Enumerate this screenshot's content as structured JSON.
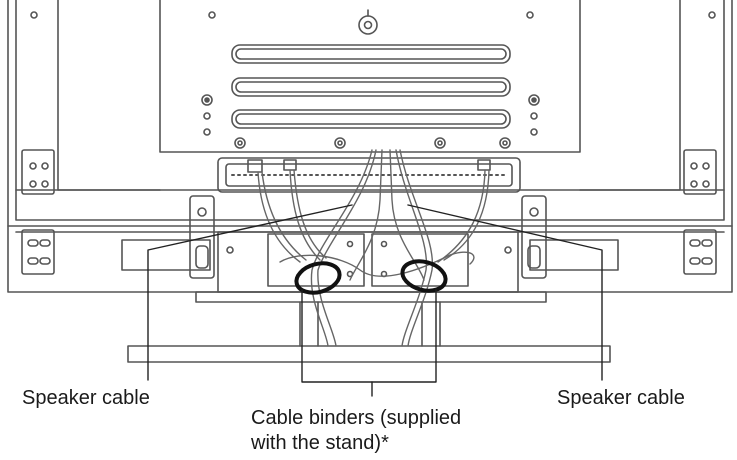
{
  "labels": {
    "speaker_cable_left": "Speaker cable",
    "speaker_cable_right": "Speaker cable",
    "cable_binders_line1": "Cable binders (supplied",
    "cable_binders_line2": "with the stand)*"
  },
  "colors": {
    "stroke": "#555555",
    "binder": "#111111",
    "text": "#1a1a1a"
  }
}
